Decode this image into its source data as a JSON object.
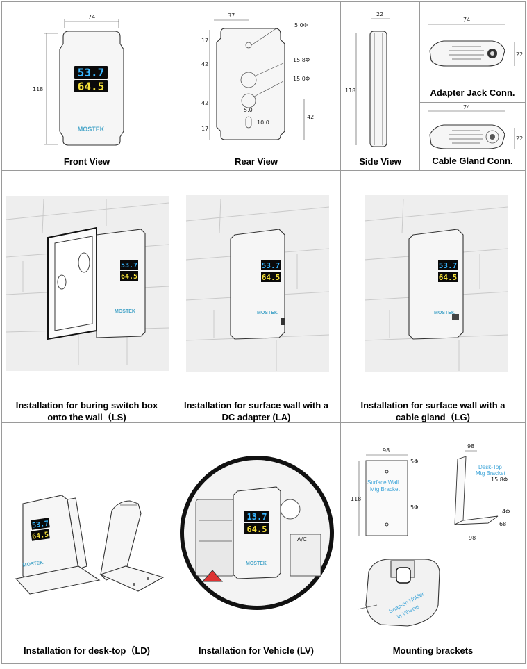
{
  "captions": {
    "front": "Front View",
    "rear": "Rear View",
    "side": "Side View",
    "adapter": "Adapter Jack Conn.",
    "gland": "Cable Gland Conn.",
    "ls_line1": "Installation for buring switch box",
    "ls_line2": "onto the wall（LS)",
    "la_line1": "Installation for surface wall with a",
    "la_line2": "DC adapter (LA)",
    "lg_line1": "Installation for surface wall with a",
    "lg_line2": "cable gland（LG)",
    "ld": "Installation for desk-top（LD)",
    "lv": "Installation for Vehicle (LV)",
    "brackets": "Mounting brackets"
  },
  "front_dims": {
    "width": "74",
    "height": "118"
  },
  "rear_dims": {
    "top": "37",
    "d1": "17",
    "d2": "42",
    "d3": "42",
    "d4": "17",
    "hole1": "5.0Φ",
    "hole2": "15.8Φ",
    "hole3": "15.0Φ",
    "slot_w": "5.0",
    "slot_h": "10.0",
    "right": "42"
  },
  "side_dims": {
    "width": "22",
    "height": "118"
  },
  "conn_dims": {
    "width": "74",
    "height": "22"
  },
  "display": {
    "top": "53.7",
    "bottom": "64.5",
    "vehicle_top": "13.7",
    "vehicle_bottom": "64.5",
    "brand": "MOSTEK"
  },
  "vehicle_labels": {
    "ac": "A/C"
  },
  "bracket_labels": {
    "surface": [
      "Surface Wall",
      "Mtg Bracket"
    ],
    "desktop": [
      "Desk-Top",
      "Mtg Bracket"
    ],
    "snapon": [
      "Snap-on Holder",
      "in Vihecle"
    ],
    "dim_top1": "98",
    "dim_top2": "98",
    "dim_side": "118",
    "hole_a": "5Φ",
    "hole_b": "5Φ",
    "hole_c": "15.8Φ",
    "hole_d": "4Φ",
    "dim_base": "98",
    "dim_base2": "68"
  },
  "colors": {
    "lcd_blue": "#38b6ff",
    "lcd_yellow": "#f5e03a",
    "brand": "#4aa6c9",
    "label_blue": "#3aa3d8"
  }
}
